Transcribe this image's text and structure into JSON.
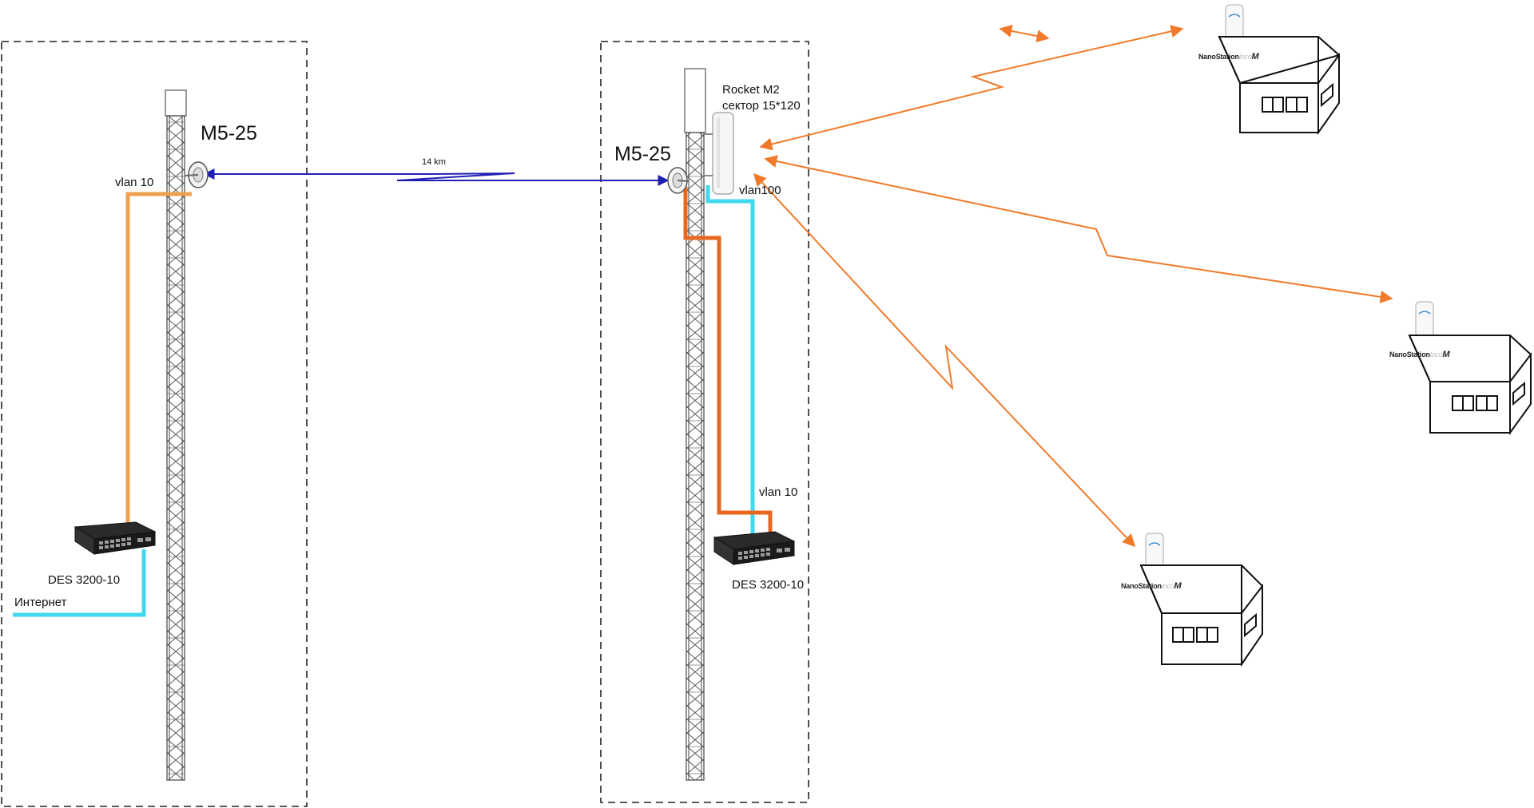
{
  "labels": {
    "left_antenna": "M5-25",
    "right_antenna": "M5-25",
    "link_distance": "14 km",
    "rocket_line1": "Rocket M2",
    "rocket_line2": "сектор 15*120",
    "left_vlan": "vlan 10",
    "right_vlan_top": "vlan100",
    "right_vlan_bottom": "vlan 10",
    "left_switch": "DES 3200-10",
    "right_switch": "DES 3200-10",
    "internet": "Интернет"
  },
  "client_cpe": {
    "brand_text": "NanoStation",
    "model_text": "loco",
    "model_suffix": "M"
  },
  "colors": {
    "orange_cable": "#f0a050",
    "orange_cable_dark": "#e8671e",
    "cyan_cable": "#3fd8ec",
    "blue_link": "#1f1fb4",
    "orange_link": "#f07a2a",
    "dashed_border": "#222222",
    "tower": "#555555"
  }
}
